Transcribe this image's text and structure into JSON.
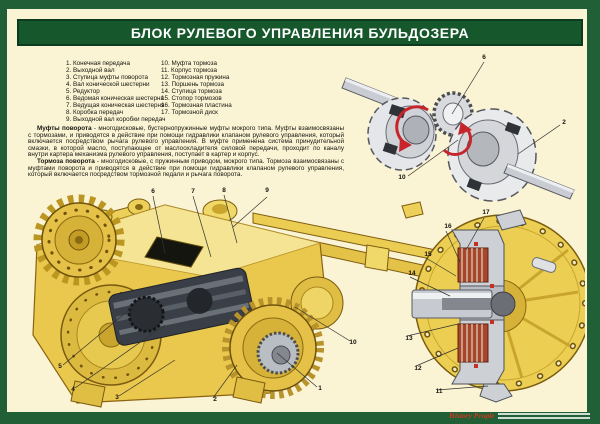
{
  "poster": {
    "title": "БЛОК РУЛЕВОГО УПРАВЛЕНИЯ БУЛЬДОЗЕРА"
  },
  "parts_list": {
    "column1": [
      "1. Конечная передача",
      "2. Выходной вал",
      "3. Ступица муфты поворота",
      "4. Вал конической шестерни",
      "5. Редуктор",
      "6. Ведомая коническая шестерня",
      "7. Ведущая коническая шестерня",
      "8. Коробка передач",
      "9. Выходной вал коробки передач"
    ],
    "column2": [
      "10. Муфта тормоза",
      "11. Корпус тормоза",
      "12. Тормозная пружина",
      "13. Поршень тормоза",
      "14. Ступица тормоза",
      "15. Стопор тормозов",
      "16. Тормозная пластина",
      "17. Тормозной диск"
    ]
  },
  "paragraphs": [
    {
      "lead": "Муфты поворота",
      "body": " - многодисковые, бустернопружинные муфты мокрого типа. Муфты взаимосвязаны с тормозами, и приводятся в действие при помощи гидравлики клапаном рулевого управления, который включается посредством рычага рулевого управления. В муфте применена система принудительной смазки, в которой масло, поступающее от маслоохладителя силовой передачи, проходит по каналу внутри картера механизма рулевого управления, поступает в картер и корпус."
    },
    {
      "lead": "Тормоза поворота",
      "body": " - многодисковые, с пружинным приводом, мокрого типа. Тормоза взаимосвязаны с муфтами поворота и приводятся в действие при помощи гидравлики клапаном рулевого управления, который включается посредством тормозной педали и рычага поворота."
    }
  ],
  "figures": {
    "fig_differential": {
      "callouts": [
        "6",
        "2",
        "10"
      ]
    },
    "fig_axle": {
      "callouts": [
        "6",
        "7",
        "8",
        "9",
        "5",
        "4",
        "3",
        "2",
        "10",
        "1"
      ]
    },
    "fig_brake": {
      "callouts": [
        "17",
        "16",
        "15",
        "14",
        "13",
        "12",
        "11"
      ]
    }
  },
  "footer": {
    "publisher": "History People"
  },
  "colors": {
    "background_cream": "#faf3d4",
    "border_green": "#215f36",
    "header_green": "#17572c",
    "machine_yellow": "#e9c84d",
    "steel_gray": "#c9ccd2",
    "accent_red": "#c8242b"
  }
}
